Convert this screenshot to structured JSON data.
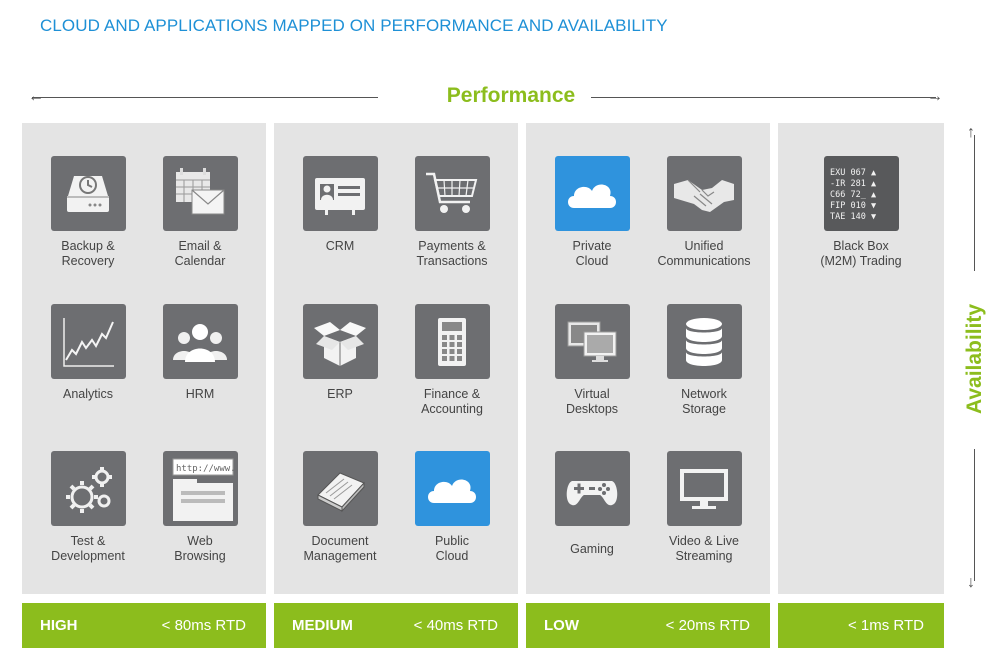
{
  "title": "CLOUD AND APPLICATIONS MAPPED ON PERFORMANCE AND AVAILABILITY",
  "performance_label": "Performance",
  "availability_label": "Availability",
  "colors": {
    "accent_green": "#8cbd1d",
    "title_blue": "#1e90d6",
    "icon_gray": "#6d6e71",
    "cloud_blue": "#2f93dd",
    "panel_gray": "#e4e4e4"
  },
  "columns": [
    {
      "level": "HIGH",
      "rtd": "< 80ms RTD",
      "items": [
        {
          "label": "Backup &\nRecovery",
          "icon": "backup-drive-icon"
        },
        {
          "label": "Email &\nCalendar",
          "icon": "email-calendar-icon"
        },
        {
          "label": "Analytics",
          "icon": "line-chart-icon"
        },
        {
          "label": "HRM",
          "icon": "people-icon"
        },
        {
          "label": "Test &\nDevelopment",
          "icon": "gears-icon"
        },
        {
          "label": "Web\nBrowsing",
          "icon": "browser-icon"
        }
      ]
    },
    {
      "level": "MEDIUM",
      "rtd": "< 40ms RTD",
      "items": [
        {
          "label": "CRM",
          "icon": "id-card-icon"
        },
        {
          "label": "Payments &\nTransactions",
          "icon": "shopping-cart-icon"
        },
        {
          "label": "ERP",
          "icon": "open-box-icon"
        },
        {
          "label": "Finance &\nAccounting",
          "icon": "calculator-icon"
        },
        {
          "label": "Document\nManagement",
          "icon": "document-tray-icon"
        },
        {
          "label": "Public\nCloud",
          "icon": "cloud-icon"
        }
      ]
    },
    {
      "level": "LOW",
      "rtd": "< 20ms RTD",
      "items": [
        {
          "label": "Private\nCloud",
          "icon": "cloud-icon"
        },
        {
          "label": "Unified\nCommunications",
          "icon": "handshake-icon"
        },
        {
          "label": "Virtual\nDesktops",
          "icon": "monitors-icon"
        },
        {
          "label": "Network\nStorage",
          "icon": "database-icon"
        },
        {
          "label": "Gaming",
          "icon": "gamepad-icon"
        },
        {
          "label": "Video & Live\nStreaming",
          "icon": "monitor-icon"
        }
      ]
    },
    {
      "level": "",
      "rtd": "< 1ms RTD",
      "items": [
        {
          "label": "Black Box\n(M2M) Trading",
          "icon": "ticker-board-icon",
          "ticker": [
            "EXU 067 ▲",
            "-IR 281 ▲",
            "C66 72_ ▲",
            "FIP 010 ▼",
            "TAE 140 ▼"
          ]
        }
      ]
    }
  ]
}
